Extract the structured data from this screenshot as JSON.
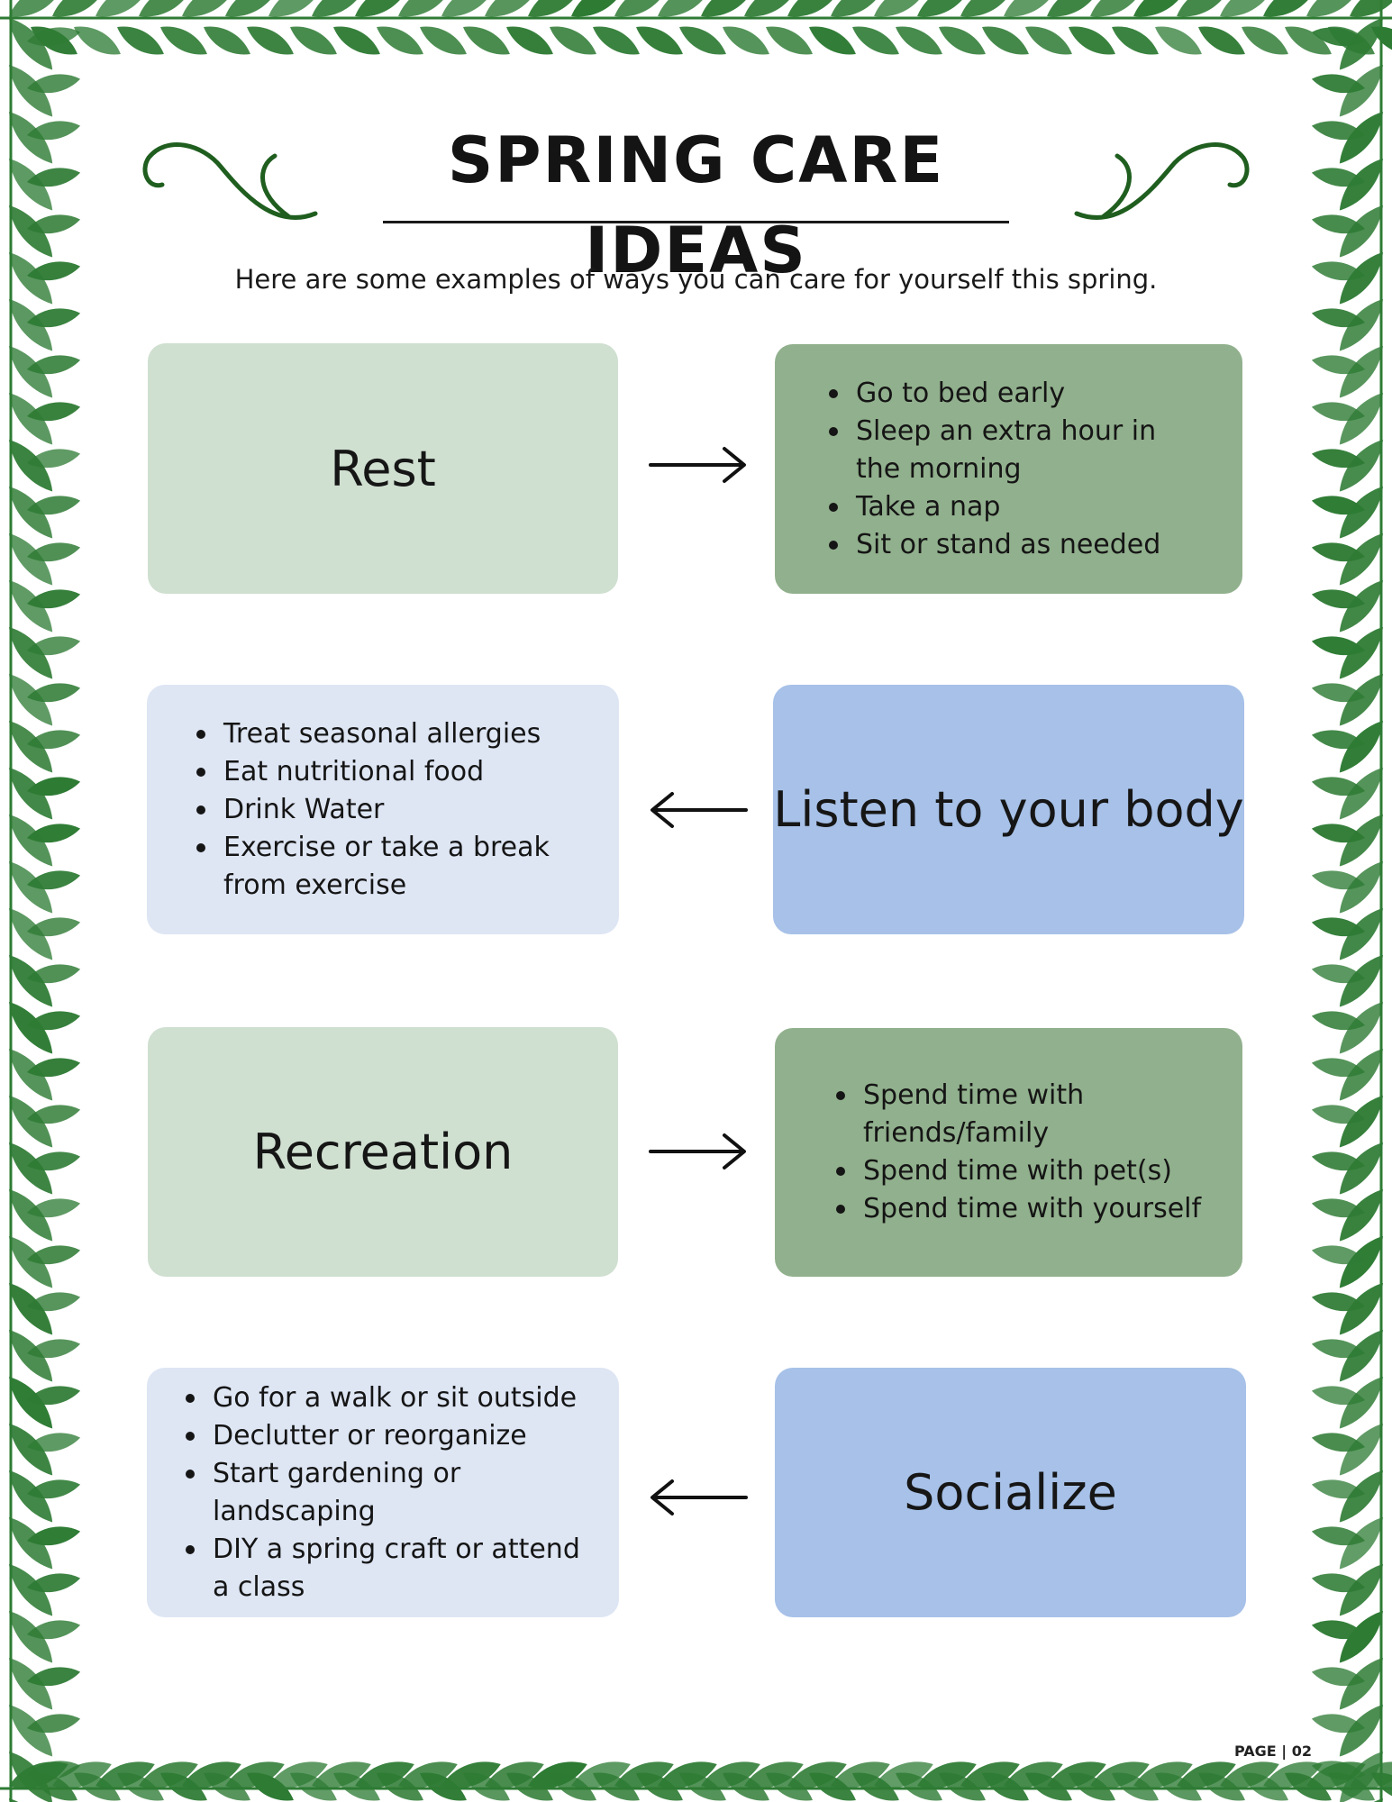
{
  "title": "SPRING CARE IDEAS",
  "subtitle": "Here are some examples of ways you can care for yourself this spring.",
  "rows": [
    {
      "label": "Rest",
      "items": [
        "Go to bed early",
        "Sleep an extra hour in the morning",
        "Take a nap",
        "Sit or stand as needed"
      ]
    },
    {
      "label": "Listen to your body",
      "items": [
        "Treat seasonal allergies",
        "Eat nutritional food",
        "Drink Water",
        "Exercise or take a break from exercise"
      ]
    },
    {
      "label": "Recreation",
      "items": [
        "Spend time with friends/family",
        "Spend time with pet(s)",
        "Spend time with yourself"
      ]
    },
    {
      "label": "Socialize",
      "items": [
        "Go for a walk or sit outside",
        "Declutter or reorganize",
        "Start gardening or landscaping",
        "DIY a spring craft or attend a class"
      ]
    }
  ],
  "footer": "PAGE | 02",
  "colors": {
    "sage_light": "#cfdfd0",
    "sage_dark": "#91b08d",
    "blue_light": "#dee6f4",
    "blue_mid": "#a7c1e8",
    "leaf_green": "#2e7b34",
    "flourish_green": "#1f5e1f"
  }
}
